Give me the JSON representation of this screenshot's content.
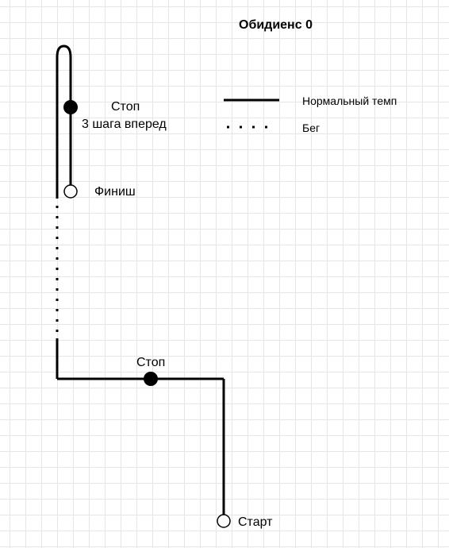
{
  "title": "Обидиенс 0",
  "legend": {
    "solid_label": "Нормальный темп",
    "dotted_label": "Бег"
  },
  "labels": {
    "stop_top": "Стоп",
    "stop_top_note": "3 шага вперед",
    "finish": "Финиш",
    "stop_bottom": "Стоп",
    "start": "Старт"
  },
  "colors": {
    "line": "#000000",
    "grid": "#e6e6e6",
    "background": "#ffffff"
  }
}
